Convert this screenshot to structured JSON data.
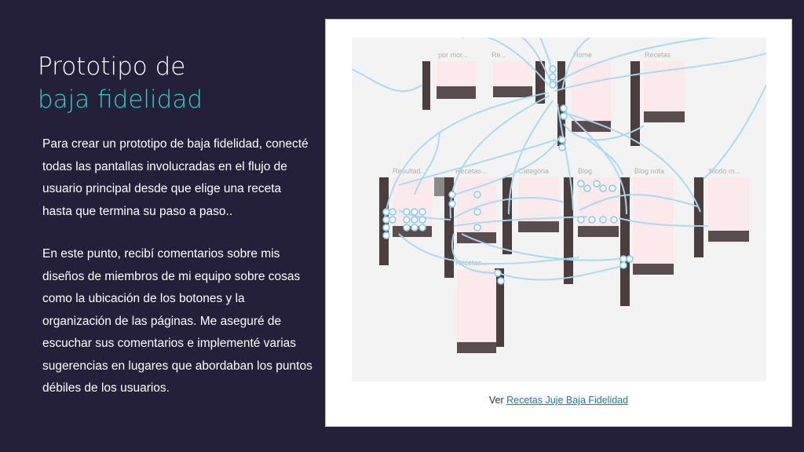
{
  "title": {
    "line1": "Prototipo de",
    "line2": "baja fidelidad",
    "line2_color": "#2fd3c1"
  },
  "paragraphs": [
    "Para crear un prototipo de baja fidelidad, conecté todas las pantallas involucradas en el flujo de usuario principal desde que elige una receta hasta que termina su paso a paso..",
    "En este punto, recibí comentarios sobre mis diseños de miembros de mi equipo sobre cosas como la ubicación de los botones y la organización de las páginas. Me aseguré de escuchar sus comentarios e implementé varias sugerencias en lugares que abordaban los puntos débiles de los usuarios."
  ],
  "prototype": {
    "frame_labels": [
      "por mor...",
      "Re...",
      "Home",
      "Recetas",
      "Resultad...",
      "Recetas...",
      "Categoria",
      "Blog",
      "Blog nota",
      "Modo m...",
      "Recetas..."
    ]
  },
  "caption": {
    "prefix": "Ver",
    "link_text": "Recetas Juje Baja Fidelidad"
  },
  "colors": {
    "background": "#252039",
    "accent": "#2fd3c1",
    "link": "#0f82a8",
    "connector": "#a9d8f3"
  }
}
